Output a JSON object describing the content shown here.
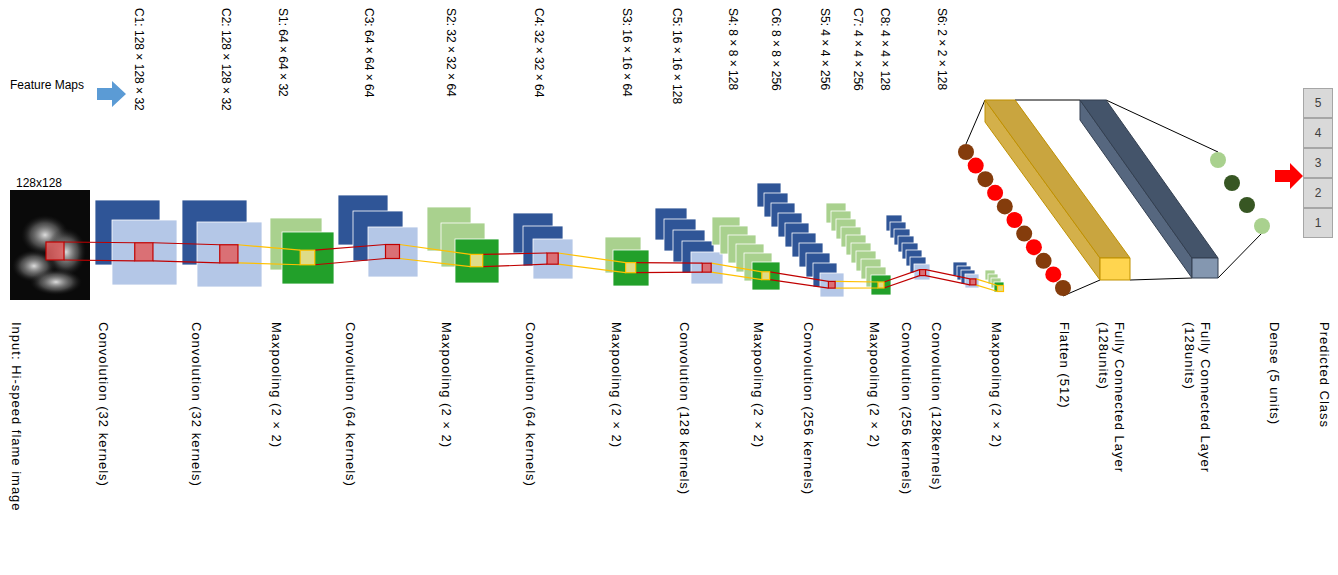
{
  "diagram": {
    "nodes": [
      {
        "text": [
          "5"
        ]
      },
      {
        "text": [
          "4"
        ]
      },
      {
        "text": [
          "3"
        ]
      },
      {
        "text": [
          "2"
        ]
      },
      {
        "text": [
          "1"
        ]
      }
    ],
    "labels": [
      "Feature Maps",
      "128x128",
      "C1: 128 × 128 × 32",
      "C2: 128 × 128 × 32",
      "S1: 64 × 64 × 32",
      "C3: 64 × 64 × 64",
      "S2: 32 × 32 × 64",
      "C4: 32 × 32 × 64",
      "S3: 16 × 16 × 64",
      "C5: 16 × 16 × 128",
      "S4: 8 × 8 × 128",
      "C6: 8 × 8 × 256",
      "S5: 4 × 4 × 256",
      "C7: 4 × 4 × 256",
      "C8: 4 × 4 × 128",
      "S6: 2 × 2 × 128",
      "Input: Hi-speed flame image",
      "Convolution (32 kernels)",
      "Convolution (32 kernels)",
      "Maxpooling (2 × 2)",
      "Convolution (64 kernels)",
      "Maxpooling (2 × 2)",
      "Convolution (64 kernels)",
      "Maxpooling (2 × 2)",
      "Convolution (128 kernels)",
      "Maxpooling (2 × 2)",
      "Convolution (256 kernels)",
      "Maxpooling (2 × 2)",
      "Convolution (256 kernels)",
      "Convolution (128kernels)",
      "Maxpooling (2 × 2)",
      "Flatten (512)",
      "Fully Connected Layer (128units)",
      "Fully Connected Layer (128units)",
      "Dense (5 units)",
      "Predicted Class"
    ]
  }
}
